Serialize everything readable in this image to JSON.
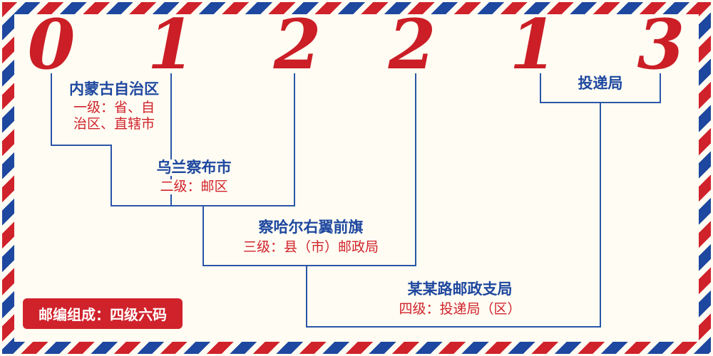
{
  "postal_code": {
    "digits": [
      "0",
      "1",
      "2",
      "2",
      "1",
      "3"
    ]
  },
  "levels": [
    {
      "name": "内蒙古自治区",
      "desc_line1": "一级：省、自",
      "desc_line2": "治区、直辖市"
    },
    {
      "name": "乌兰察布市",
      "desc_line1": "二级：邮区"
    },
    {
      "name": "察哈尔右翼前旗",
      "desc_line1": "三级：县（市）邮政局"
    },
    {
      "name": "某某路邮政支局",
      "desc_line1": "四级：投递局（区）"
    }
  ],
  "delivery_office_label": "投递局",
  "footer": {
    "badge_text": "邮编组成：四级六码"
  },
  "colors": {
    "accent_red": "#d0222b",
    "accent_blue": "#1e479f",
    "line_blue": "#2a55a8",
    "digit_red": "#cb1e26",
    "background": "#fffdf3",
    "badge_text": "#ffffff"
  }
}
